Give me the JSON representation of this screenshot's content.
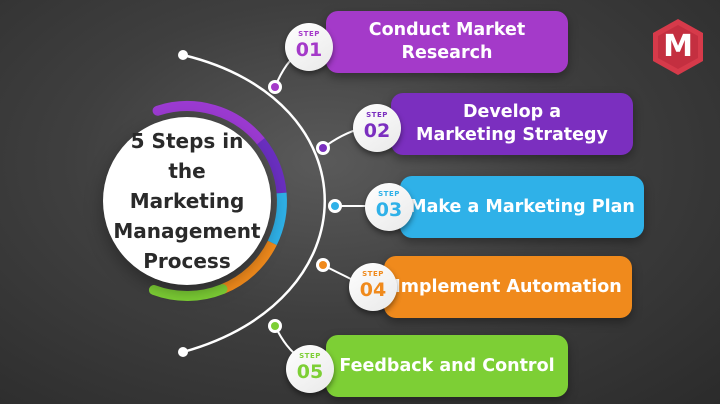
{
  "title": "5 Steps in the Marketing Management Process",
  "badge_word": "STEP",
  "logo_letter": "M",
  "colors": {
    "background": "#3f3f3f",
    "line": "#ffffff",
    "logo": "#d63a4a",
    "step1": "#a43ac9",
    "step2": "#7b2fbf",
    "step3": "#2fb1e8",
    "step4": "#f08a1c",
    "step5": "#7dcf35"
  },
  "steps": [
    {
      "number": "01",
      "label": "Conduct Market Research",
      "color": "#a43ac9"
    },
    {
      "number": "02",
      "label": "Develop a Marketing Strategy",
      "color": "#7b2fbf"
    },
    {
      "number": "03",
      "label": "Make a Marketing Plan",
      "color": "#2fb1e8"
    },
    {
      "number": "04",
      "label": "Implement Automation",
      "color": "#f08a1c"
    },
    {
      "number": "05",
      "label": "Feedback and Control",
      "color": "#7dcf35"
    }
  ]
}
